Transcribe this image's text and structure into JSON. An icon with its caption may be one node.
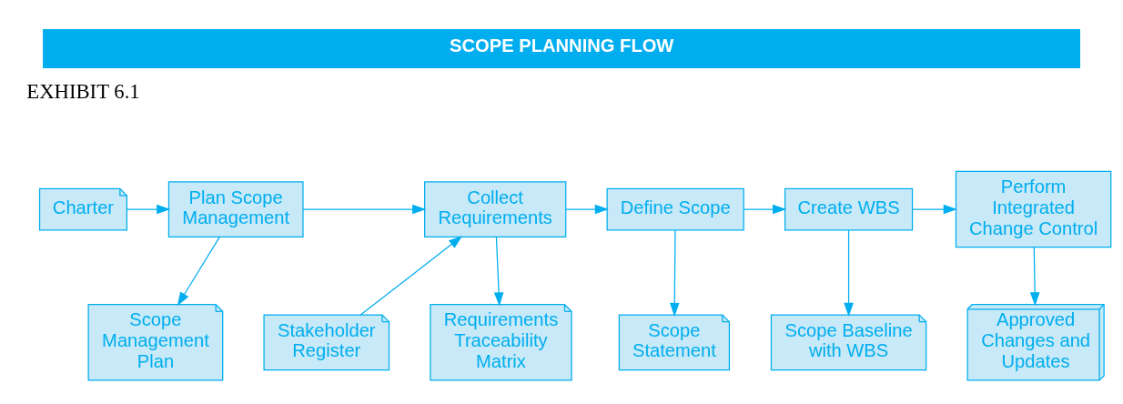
{
  "diagram": {
    "title": "SCOPE PLANNING FLOW",
    "nodes": [
      {
        "text": [
          "Charter"
        ]
      },
      {
        "text": [
          "Stakeholder Register"
        ]
      },
      {
        "text": [
          "Plan Scope Management"
        ]
      },
      {
        "text": [
          "Collect Requirements"
        ]
      },
      {
        "text": [
          "Define Scope"
        ]
      },
      {
        "text": [
          "Create WBS"
        ]
      },
      {
        "text": [
          "Perform Integrated Change Control"
        ]
      },
      {
        "text": [
          "Scope Management Plan"
        ]
      },
      {
        "text": [
          "Requirements Traceability Matrix"
        ]
      },
      {
        "text": [
          "Scope Statement"
        ]
      },
      {
        "text": [
          "Scope Baseline with WBS"
        ]
      },
      {
        "text": [
          "Approved Changes and Updates"
        ]
      }
    ],
    "edges": [
      {
        "from": 0,
        "to": 2,
        "arrow": "to"
      },
      {
        "from": 2,
        "to": 3,
        "arrow": "to"
      },
      {
        "from": 1,
        "to": 3,
        "arrow": "to"
      },
      {
        "from": 3,
        "to": 4,
        "arrow": "to"
      },
      {
        "from": 4,
        "to": 5,
        "arrow": "to"
      },
      {
        "from": 5,
        "to": 6,
        "arrow": "to"
      },
      {
        "from": 2,
        "to": 7,
        "arrow": "to"
      },
      {
        "from": 3,
        "to": 8,
        "arrow": "to"
      },
      {
        "from": 4,
        "to": 9,
        "arrow": "to"
      },
      {
        "from": 5,
        "to": 10,
        "arrow": "to"
      },
      {
        "from": 6,
        "to": 11,
        "arrow": "to"
      }
    ],
    "labels": [
      "EXHIBIT 6.1"
    ]
  }
}
